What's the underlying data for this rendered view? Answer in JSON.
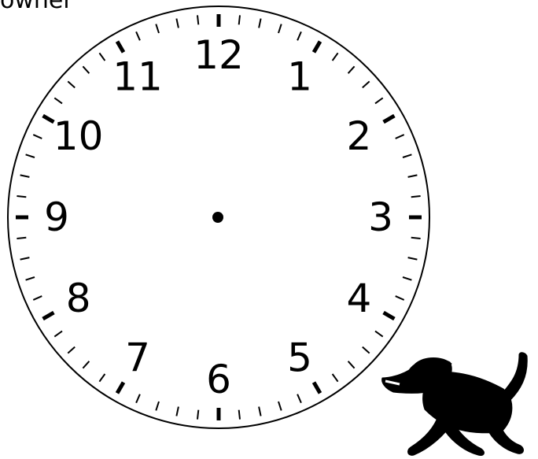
{
  "caption": "owner",
  "clock": {
    "numerals": [
      "12",
      "1",
      "2",
      "3",
      "4",
      "5",
      "6",
      "7",
      "8",
      "9",
      "10",
      "11"
    ],
    "tick_count": 60,
    "major_tick_every": 5
  },
  "colors": {
    "ink": "#000000",
    "background": "#ffffff"
  }
}
